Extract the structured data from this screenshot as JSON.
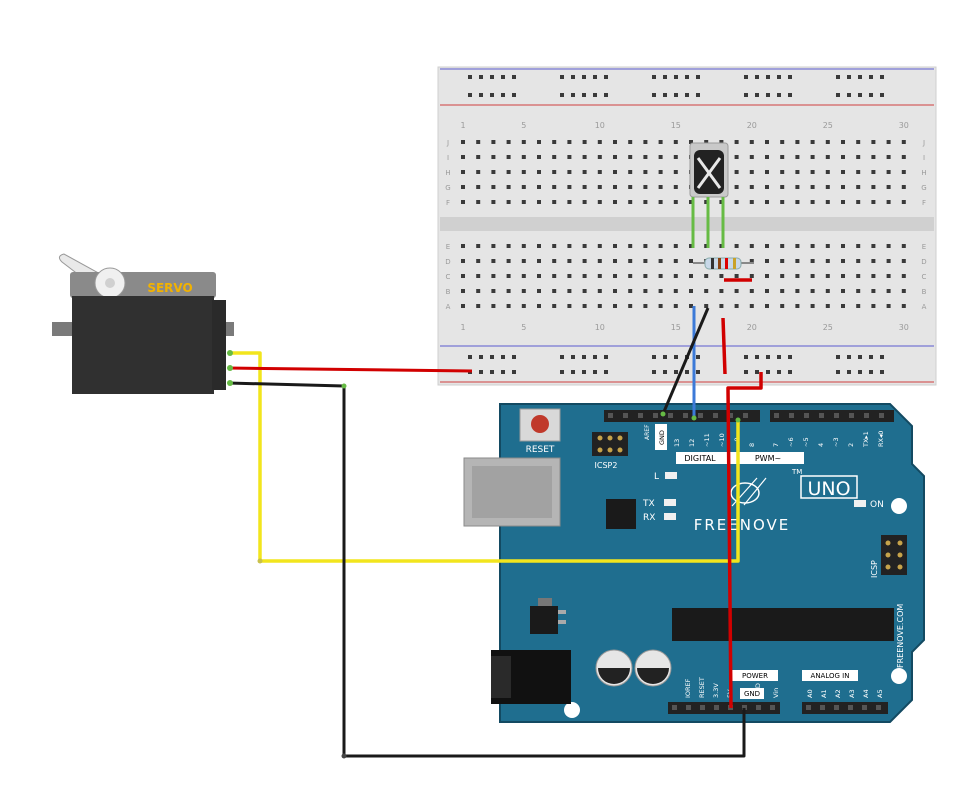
{
  "servo": {
    "label": "SERVO"
  },
  "breadboard": {
    "column_numbers_top": [
      "1",
      "5",
      "10",
      "15",
      "20",
      "25",
      "30"
    ],
    "column_numbers_bottom": [
      "1",
      "5",
      "10",
      "15",
      "20",
      "25",
      "30"
    ],
    "row_letters_left_top": [
      "J",
      "I",
      "H",
      "G",
      "F"
    ],
    "row_letters_left_bottom": [
      "E",
      "D",
      "C",
      "B",
      "A"
    ]
  },
  "arduino": {
    "reset_label": "RESET",
    "icsp2_label": "ICSP2",
    "icsp_label": "ICSP",
    "l_label": "L",
    "tx_label": "TX",
    "rx_label": "RX",
    "brand": "FREENOVE",
    "model": "UNO",
    "tm": "TM",
    "on_label": "ON",
    "digital_label": "DIGITAL",
    "pwm_label": "PWM~",
    "aref": "AREF",
    "gnd_top": "GND",
    "digital_pins": [
      "13",
      "12",
      "~11",
      "~10",
      "~9",
      "8",
      "7",
      "~6",
      "~5",
      "4",
      "~3",
      "2",
      "TX▸1",
      "RX◂0"
    ],
    "power_label": "POWER",
    "analog_label": "ANALOG IN",
    "power_pins": [
      "IOREF",
      "RESET",
      "3.3V",
      "5V",
      "GND",
      "GND",
      "Vin"
    ],
    "analog_pins": [
      "A0",
      "A1",
      "A2",
      "A3",
      "A4",
      "A5"
    ],
    "gnd_bottom": "GND",
    "site": "FREENOVE.COM"
  },
  "colors": {
    "board": "#1f6e8f",
    "wire_yellow": "#f2e51d",
    "wire_red": "#d10000",
    "wire_black": "#1a1a1a",
    "wire_blue": "#3c7ad8",
    "wire_green": "#66bb44",
    "servo_label": "#f2b200"
  }
}
